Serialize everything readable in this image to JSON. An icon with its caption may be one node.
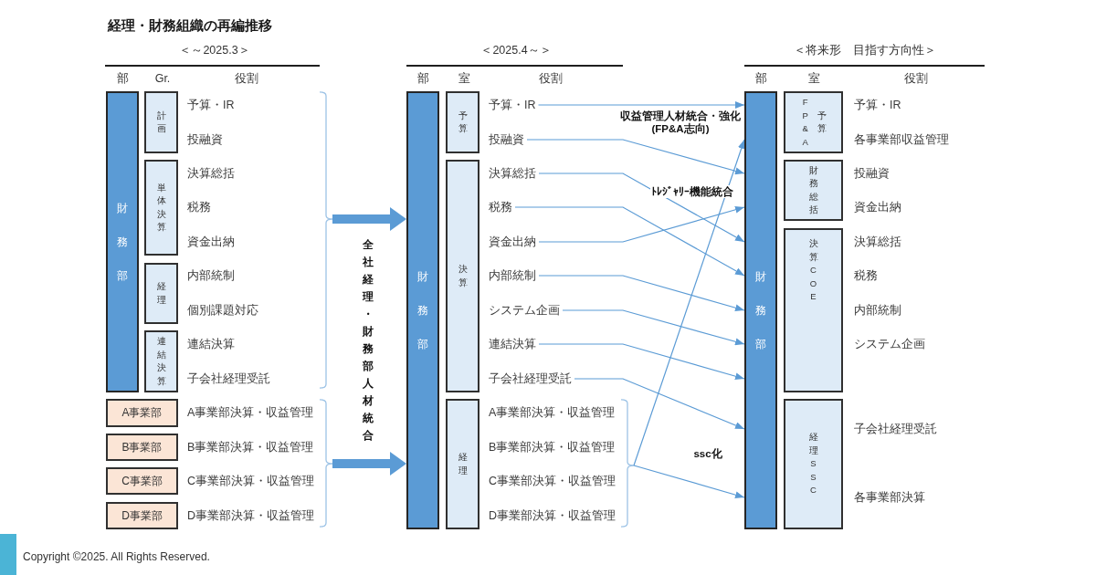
{
  "diagram": {
    "title": "経理・財務組織の再編推移",
    "caption": "Copyright ©2025. All Rights Reserved.",
    "nodes": [
      {
        "text": [
          "財務部"
        ]
      },
      {
        "text": [
          "計画"
        ]
      },
      {
        "text": [
          "単体決算"
        ]
      },
      {
        "text": [
          "経理"
        ]
      },
      {
        "text": [
          "連結決算"
        ]
      },
      {
        "text": [
          "A事業部"
        ]
      },
      {
        "text": [
          "B事業部"
        ]
      },
      {
        "text": [
          "C事業部"
        ]
      },
      {
        "text": [
          "D事業部"
        ]
      },
      {
        "text": [],
        "shape": "bracket"
      },
      {
        "text": [],
        "shape": "bracket"
      },
      {
        "text": [
          "財務部"
        ]
      },
      {
        "text": [
          "予算"
        ]
      },
      {
        "text": [
          "決算"
        ]
      },
      {
        "text": [
          "経理"
        ]
      },
      {
        "text": [
          "予算・IR"
        ]
      },
      {
        "text": [
          "投融資"
        ]
      },
      {
        "text": [
          "決算総括"
        ]
      },
      {
        "text": [
          "税務"
        ]
      },
      {
        "text": [
          "資金出納"
        ]
      },
      {
        "text": [
          "内部統制"
        ]
      },
      {
        "text": [
          "システム企画"
        ]
      },
      {
        "text": [
          "連結決算"
        ]
      },
      {
        "text": [
          "子会社経理受託"
        ]
      },
      {
        "text": [],
        "shape": "bracket"
      },
      {
        "text": [
          "財務部"
        ]
      },
      {
        "text": [
          "FP&A",
          "予算"
        ]
      },
      {
        "text": [
          "財務総括"
        ]
      },
      {
        "text": [
          "決算COE"
        ]
      },
      {
        "text": [
          "経理SSC"
        ]
      }
    ],
    "edges": [
      {
        "from": 9,
        "to": 11,
        "arrow": "to",
        "style": "thick"
      },
      {
        "from": 10,
        "to": 11,
        "arrow": "to",
        "style": "thick"
      },
      {
        "from": 15,
        "to": 25,
        "arrow": "to"
      },
      {
        "from": 16,
        "to": 25,
        "arrow": "to"
      },
      {
        "from": 17,
        "to": 25,
        "arrow": "to"
      },
      {
        "from": 18,
        "to": 25,
        "arrow": "to"
      },
      {
        "from": 19,
        "to": 25,
        "arrow": "to"
      },
      {
        "from": 20,
        "to": 25,
        "arrow": "to"
      },
      {
        "from": 21,
        "to": 25,
        "arrow": "to"
      },
      {
        "from": 22,
        "to": 25,
        "arrow": "to"
      },
      {
        "from": 23,
        "to": 25,
        "arrow": "to"
      },
      {
        "from": 24,
        "to": 25,
        "arrow": "to"
      },
      {
        "from": 24,
        "to": 25,
        "arrow": "to"
      }
    ],
    "labels": [
      "＜～2025.3＞",
      "部",
      "Gr.",
      "役割",
      "予算・IR",
      "投融資",
      "決算総括",
      "税務",
      "資金出納",
      "内部統制",
      "個別課題対応",
      "連結決算",
      "子会社経理受託",
      "A事業部決算・収益管理",
      "B事業部決算・収益管理",
      "C事業部決算・収益管理",
      "D事業部決算・収益管理",
      "全社経理・財務部人材統合",
      "＜2025.4～＞",
      "部",
      "室",
      "役割",
      "A事業部決算・収益管理",
      "B事業部決算・収益管理",
      "C事業部決算・収益管理",
      "D事業部決算・収益管理",
      "収益管理人材統合・強化(FP&A志向)",
      "ﾄﾚｼﾞｬﾘｰ機能統合",
      "ssc化",
      "＜将来形　目指す方向性＞",
      "部",
      "室",
      "役割",
      "予算・IR",
      "各事業部収益管理",
      "投融資",
      "資金出納",
      "決算総括",
      "税務",
      "内部統制",
      "システム企画",
      "子会社経理受託",
      "各事業部決算"
    ]
  }
}
